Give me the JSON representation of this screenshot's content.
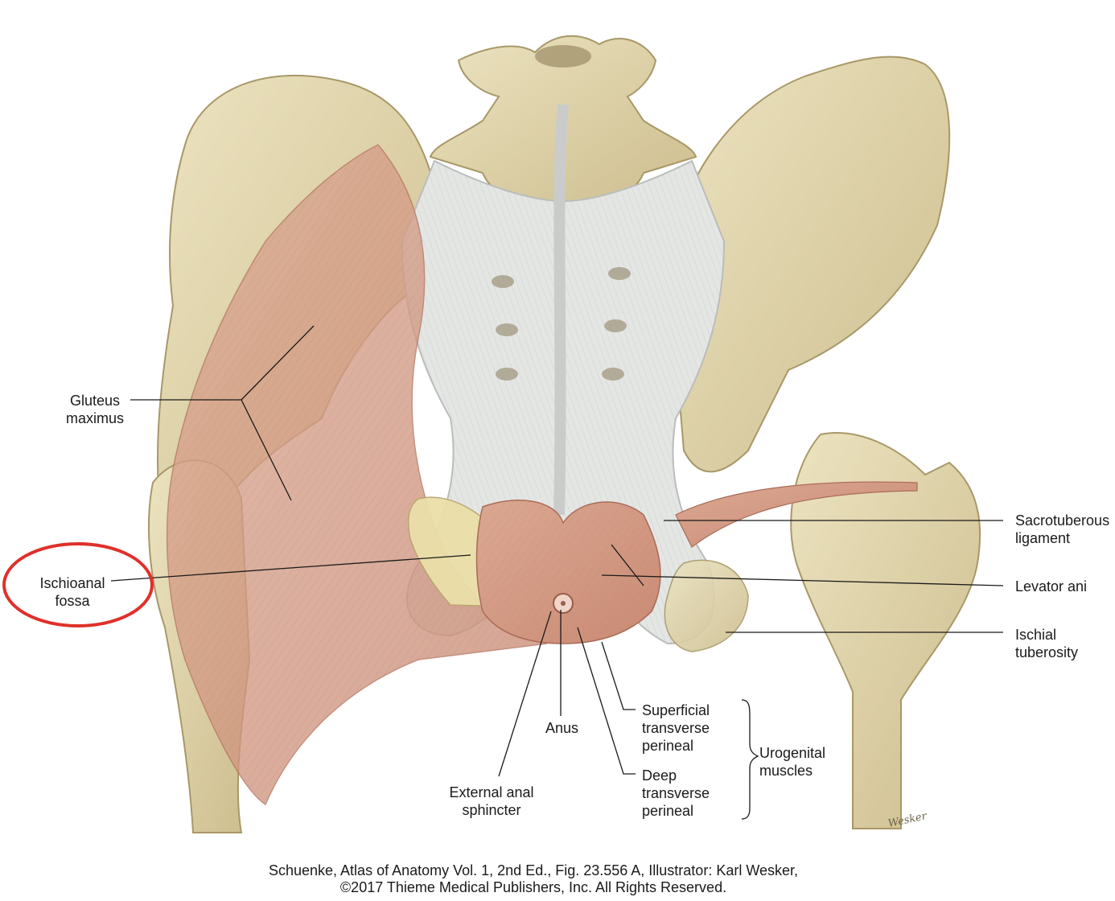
{
  "labels": {
    "gluteus_maximus": "Gluteus\nmaximus",
    "ischioanal_fossa": "Ischioanal\nfossa",
    "sacrotuberous_ligament": "Sacrotuberous\nligament",
    "levator_ani": "Levator ani",
    "ischial_tuberosity": "Ischial\ntuberosity",
    "superficial_transverse_perineal": "Superficial\ntransverse\nperineal",
    "deep_transverse_perineal": "Deep\ntransverse\nperineal",
    "urogenital_muscles": "Urogenital\nmuscles",
    "anus": "Anus",
    "external_anal_sphincter": "External anal\nsphincter"
  },
  "caption": "Schuenke, Atlas of Anatomy Vol. 1, 2nd Ed., Fig. 23.556 A, Illustrator: Karl Wesker,\n©2017 Thieme Medical Publishers, Inc. All Rights Reserved.",
  "signature": "Wesker",
  "colors": {
    "bone": "#e3d8b0",
    "bone_shadow": "#c9b88a",
    "muscle": "#d29b86",
    "muscle_dark": "#b9735f",
    "ligament": "#e6e8e6",
    "fat": "#e9dca6",
    "highlight_circle": "#e0302a",
    "leader_line": "#1a1a1a"
  }
}
